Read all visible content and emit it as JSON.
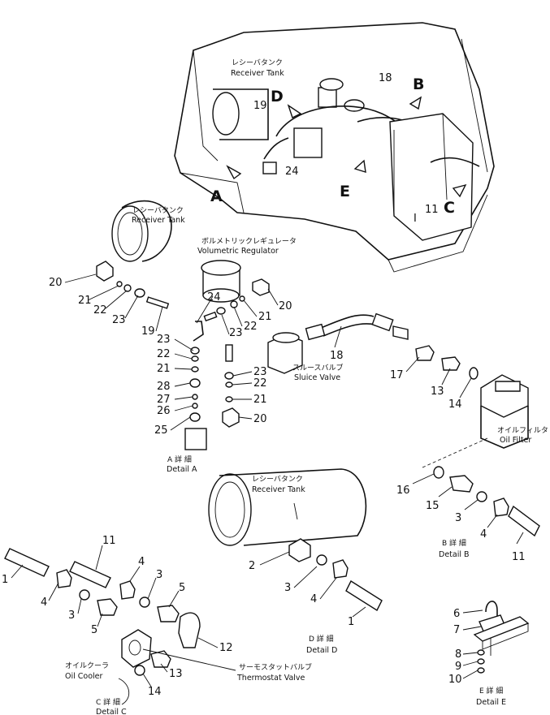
{
  "section_letters": [
    "A",
    "B",
    "C",
    "D",
    "E"
  ],
  "labels": {
    "receiver_tank_jp": "レシーバタンク",
    "receiver_tank_en": "Receiver Tank",
    "volumetric_regulator_jp": "ボルメトリックレギュレータ",
    "volumetric_regulator_en": "Volumetric Regulator",
    "sluice_valve_jp": "スルースバルブ",
    "sluice_valve_en": "Sluice Valve",
    "oil_filter_jp": "オイルフィルタ",
    "oil_filter_en": "Oil Filter",
    "oil_cooler_jp": "オイルクーラ",
    "oil_cooler_en": "Oil Cooler",
    "thermostat_valve_jp": "サーモスタットバルブ",
    "thermostat_valve_en": "Thermostat Valve"
  },
  "details": {
    "a_jp": "A 詳 細",
    "a_en": "Detail A",
    "b_jp": "B 詳 細",
    "b_en": "Detail B",
    "c_jp": "C 詳 細",
    "c_en": "Detail C",
    "d_jp": "D 詳 細",
    "d_en": "Detail D",
    "e_jp": "E 詳 細",
    "e_en": "Detail E"
  },
  "overview_numbers": [
    "18",
    "19",
    "24",
    "11",
    "I"
  ],
  "detail_a_numbers": [
    "20",
    "21",
    "22",
    "23",
    "19",
    "24",
    "23",
    "22",
    "21",
    "20",
    "23",
    "22",
    "21",
    "28",
    "27",
    "26",
    "25",
    "23",
    "22",
    "21",
    "20"
  ],
  "detail_b_numbers": [
    "18",
    "17",
    "13",
    "14",
    "16",
    "15",
    "3",
    "4",
    "11"
  ],
  "detail_c_numbers": [
    "11",
    "1",
    "4",
    "3",
    "5",
    "4",
    "3",
    "5",
    "12",
    "13",
    "14"
  ],
  "detail_d_numbers": [
    "2",
    "3",
    "4",
    "1"
  ],
  "detail_e_numbers": [
    "6",
    "7",
    "8",
    "9",
    "10"
  ]
}
